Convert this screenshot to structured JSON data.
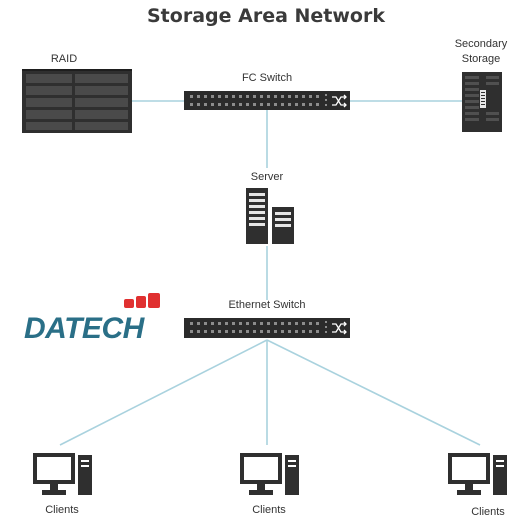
{
  "diagram": {
    "title": "Storage Area Network",
    "nodes": {
      "raid": {
        "label": "RAID"
      },
      "fc_switch": {
        "label": "FC Switch"
      },
      "secondary_storage": {
        "label_line1": "Secondary",
        "label_line2": "Storage"
      },
      "server": {
        "label": "Server"
      },
      "ethernet_switch": {
        "label": "Ethernet Switch"
      },
      "clients": [
        {
          "label": "Clients"
        },
        {
          "label": "Clients"
        },
        {
          "label": "Clients"
        }
      ]
    },
    "edges": [
      [
        "raid",
        "fc_switch"
      ],
      [
        "fc_switch",
        "secondary_storage"
      ],
      [
        "fc_switch",
        "server"
      ],
      [
        "server",
        "ethernet_switch"
      ],
      [
        "ethernet_switch",
        "client_1"
      ],
      [
        "ethernet_switch",
        "client_2"
      ],
      [
        "ethernet_switch",
        "client_3"
      ]
    ],
    "logo": {
      "text": "DATECH"
    }
  },
  "colors": {
    "line": "#a9d2de",
    "device": "#2f2f2f",
    "logo_text": "#2a6f87",
    "logo_mark": "#e03030"
  }
}
